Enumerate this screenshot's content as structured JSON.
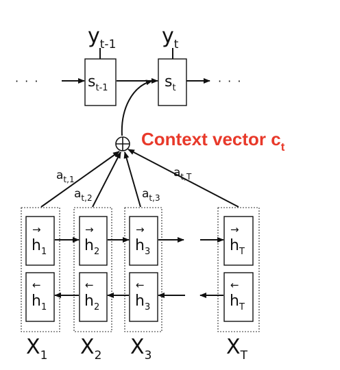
{
  "outputs": {
    "y_prev": {
      "base": "y",
      "sub": "t-1"
    },
    "y_t": {
      "base": "y",
      "sub": "t"
    }
  },
  "states": {
    "s_prev": {
      "base": "s",
      "sub": "t-1"
    },
    "s_t": {
      "base": "s",
      "sub": "t"
    }
  },
  "context": {
    "text": "Context vector c",
    "sub": "t"
  },
  "combine_symbol": "⊕",
  "ellipsis": "· · ·",
  "weights": [
    {
      "base": "a",
      "sub": "t,1"
    },
    {
      "base": "a",
      "sub": "t,2"
    },
    {
      "base": "a",
      "sub": "t,3"
    },
    {
      "base": "a",
      "sub": "t,T"
    }
  ],
  "hidden_forward": [
    {
      "base": "h",
      "sub": "1",
      "arrow": "→"
    },
    {
      "base": "h",
      "sub": "2",
      "arrow": "→"
    },
    {
      "base": "h",
      "sub": "3",
      "arrow": "→"
    },
    {
      "base": "h",
      "sub": "T",
      "arrow": "→"
    }
  ],
  "hidden_backward": [
    {
      "base": "h",
      "sub": "1",
      "arrow": "←"
    },
    {
      "base": "h",
      "sub": "2",
      "arrow": "←"
    },
    {
      "base": "h",
      "sub": "3",
      "arrow": "←"
    },
    {
      "base": "h",
      "sub": "T",
      "arrow": "←"
    }
  ],
  "inputs": [
    {
      "base": "X",
      "sub": "1"
    },
    {
      "base": "X",
      "sub": "2"
    },
    {
      "base": "X",
      "sub": "3"
    },
    {
      "base": "X",
      "sub": "T"
    }
  ]
}
